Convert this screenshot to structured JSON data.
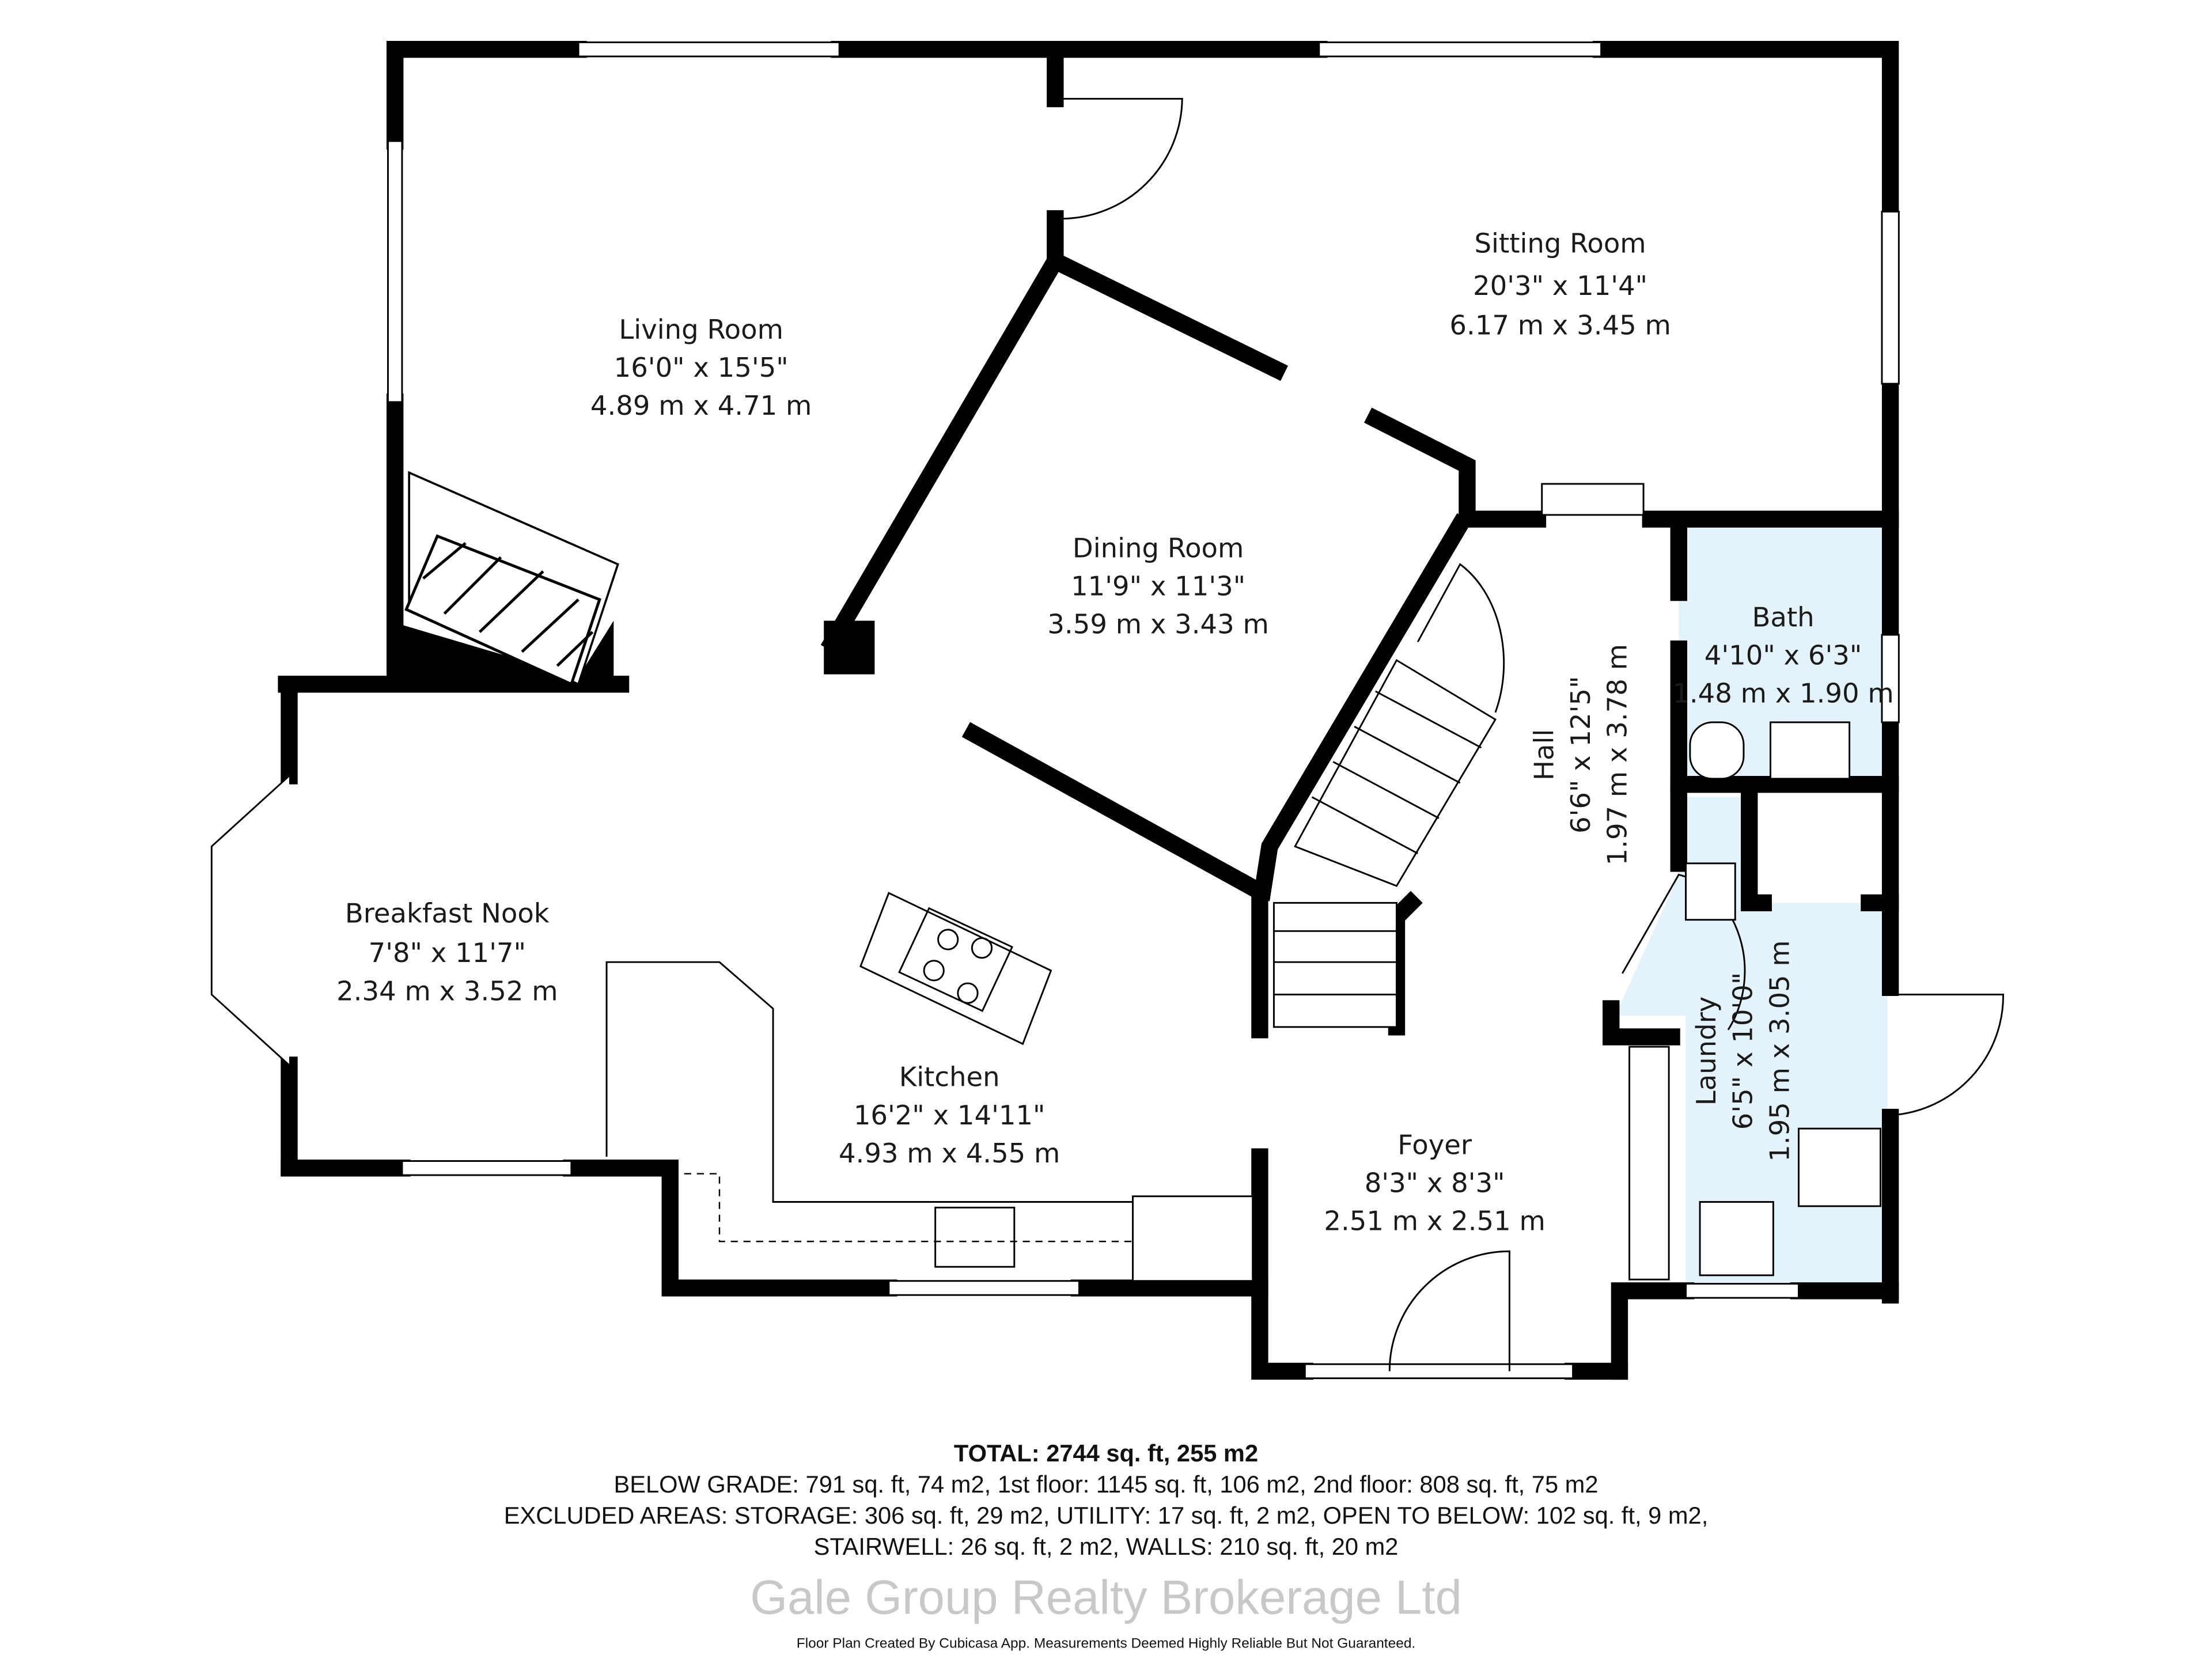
{
  "rooms": {
    "living": {
      "name": "Living Room",
      "ft": "16'0\" x 15'5\"",
      "m": "4.89 m x 4.71 m"
    },
    "sitting": {
      "name": "Sitting Room",
      "ft": "20'3\" x 11'4\"",
      "m": "6.17 m x 3.45 m"
    },
    "dining": {
      "name": "Dining Room",
      "ft": "11'9\" x 11'3\"",
      "m": "3.59 m x 3.43 m"
    },
    "bath": {
      "name": "Bath",
      "ft": "4'10\" x 6'3\"",
      "m": "1.48 m x 1.90 m"
    },
    "hall": {
      "name": "Hall",
      "ft": "6'6\" x 12'5\"",
      "m": "1.97 m x 3.78 m"
    },
    "breakfast": {
      "name": "Breakfast Nook",
      "ft": "7'8\" x 11'7\"",
      "m": "2.34 m x 3.52 m"
    },
    "kitchen": {
      "name": "Kitchen",
      "ft": "16'2\" x 14'11\"",
      "m": "4.93 m x 4.55 m"
    },
    "laundry": {
      "name": "Laundry",
      "ft": "6'5\" x 10'0\"",
      "m": "1.95 m x 3.05 m"
    },
    "foyer": {
      "name": "Foyer",
      "ft": "8'3\" x 8'3\"",
      "m": "2.51 m x 2.51 m"
    }
  },
  "colors": {
    "wet_room_fill": "#e4f2fb",
    "wall": "#000000"
  },
  "footer": {
    "total": "TOTAL: 2744 sq. ft, 255 m2",
    "line1": "BELOW GRADE: 791 sq. ft, 74 m2, 1st floor: 1145 sq. ft, 106 m2, 2nd floor: 808 sq. ft, 75 m2",
    "line2": "EXCLUDED AREAS: STORAGE: 306 sq. ft, 29 m2, UTILITY: 17 sq. ft, 2 m2, OPEN TO BELOW: 102 sq. ft, 9 m2,",
    "line3": "STAIRWELL: 26 sq. ft, 2 m2, WALLS: 210 sq. ft, 20 m2",
    "watermark": "Gale Group Realty Brokerage Ltd",
    "disclaimer": "Floor Plan Created By Cubicasa App. Measurements Deemed Highly Reliable But Not Guaranteed."
  }
}
